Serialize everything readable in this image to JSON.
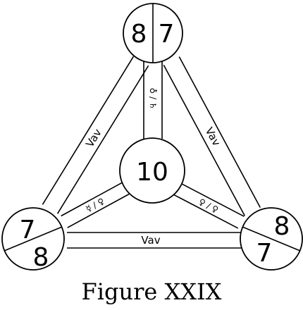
{
  "colors": {
    "ink": "#000000",
    "paper": "#ffffff"
  },
  "circles": {
    "top": {
      "left": "8",
      "right": "7"
    },
    "center": {
      "value": "10"
    },
    "left": {
      "upper": "7",
      "lower": "8"
    },
    "right": {
      "upper": "8",
      "lower": "7"
    }
  },
  "paths": {
    "top_left": "Vav",
    "top_right": "Vav",
    "bottom": "Vav",
    "center_top": "♁ / ♄",
    "center_left": "☿ / ♀",
    "center_right": "♀ / ♀"
  },
  "caption": "Figure XXIX"
}
